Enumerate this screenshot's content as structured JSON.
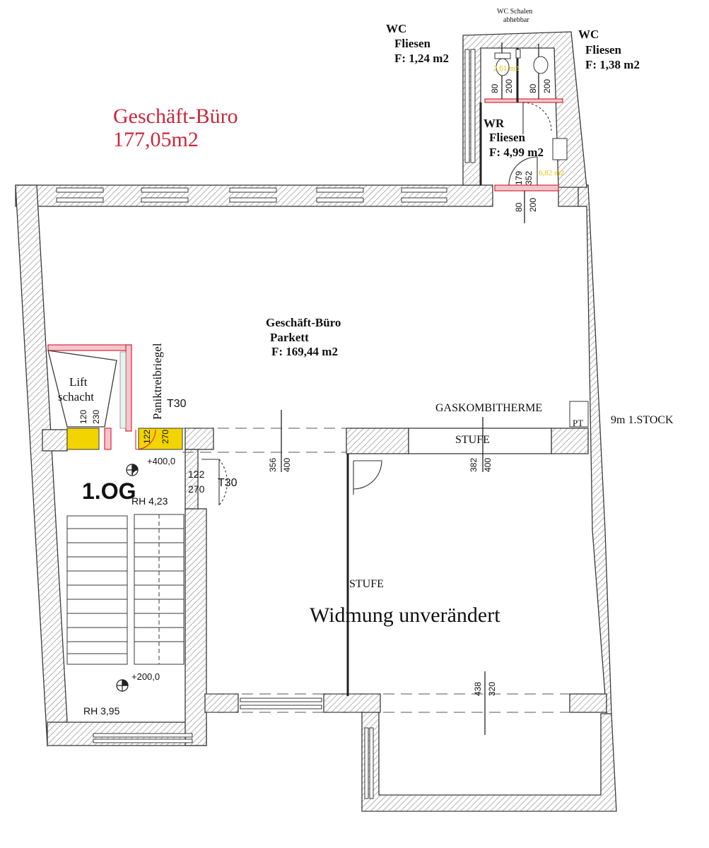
{
  "title": {
    "name": "Geschäft-Büro",
    "area": "177,05m2",
    "color": "#c8283c"
  },
  "colors": {
    "wall_line": "#3a3a3a",
    "hatch": "#8a8a8a",
    "red_wall": "#d8283c",
    "yellow_fill": "#f2d400",
    "yellow_text": "#e6c200"
  },
  "rooms": {
    "wc_left": {
      "name": "WC",
      "floor": "Fliesen",
      "area": "F: 1,24 m2"
    },
    "wc_right": {
      "name": "WC",
      "floor": "Fliesen",
      "area": "F: 1,38 m2"
    },
    "wr": {
      "name": "WR",
      "floor": "Fliesen",
      "area": "F: 4,99 m2"
    },
    "wc_note": [
      "WC Schalen",
      "abhebbar"
    ],
    "main": {
      "name": "Geschäft-Büro",
      "floor": "Parkett",
      "area": "F: 169,44 m2"
    },
    "lift": [
      "Lift",
      "schacht"
    ],
    "widmung": "Widmung unverändert"
  },
  "labels": {
    "panic_bolt": "Paniktreibriegel",
    "t30_upper": "T30",
    "t30_lower": "T30",
    "gaskombi": "GASKOMBITHERME",
    "stufe_right": "STUFE",
    "stufe_lower": "STUFE",
    "stock_note": "9m 1.STOCK",
    "floor_level": "1.OG",
    "level_upper": "+400,0",
    "level_lower": "+200,0",
    "rh_upper": "RH 4,23",
    "rh_lower": "RH 3,95",
    "pt": "PT",
    "yellow_area_left": "2,61 m2",
    "yellow_area_right": "6,82 m2"
  },
  "dimensions": {
    "wc_left_door": [
      "80",
      "200"
    ],
    "wc_right_door": [
      "80",
      "200"
    ],
    "wr_door": [
      "179",
      "352"
    ],
    "main_door": [
      "80",
      "200"
    ],
    "lift_door": [
      "120",
      "230"
    ],
    "panic_door": [
      "122",
      "270"
    ],
    "t30_door": [
      "122",
      "270"
    ],
    "opening_center": [
      "356",
      "400"
    ],
    "opening_right": [
      "382",
      "400"
    ],
    "opening_bottom": [
      "438",
      "320"
    ]
  }
}
